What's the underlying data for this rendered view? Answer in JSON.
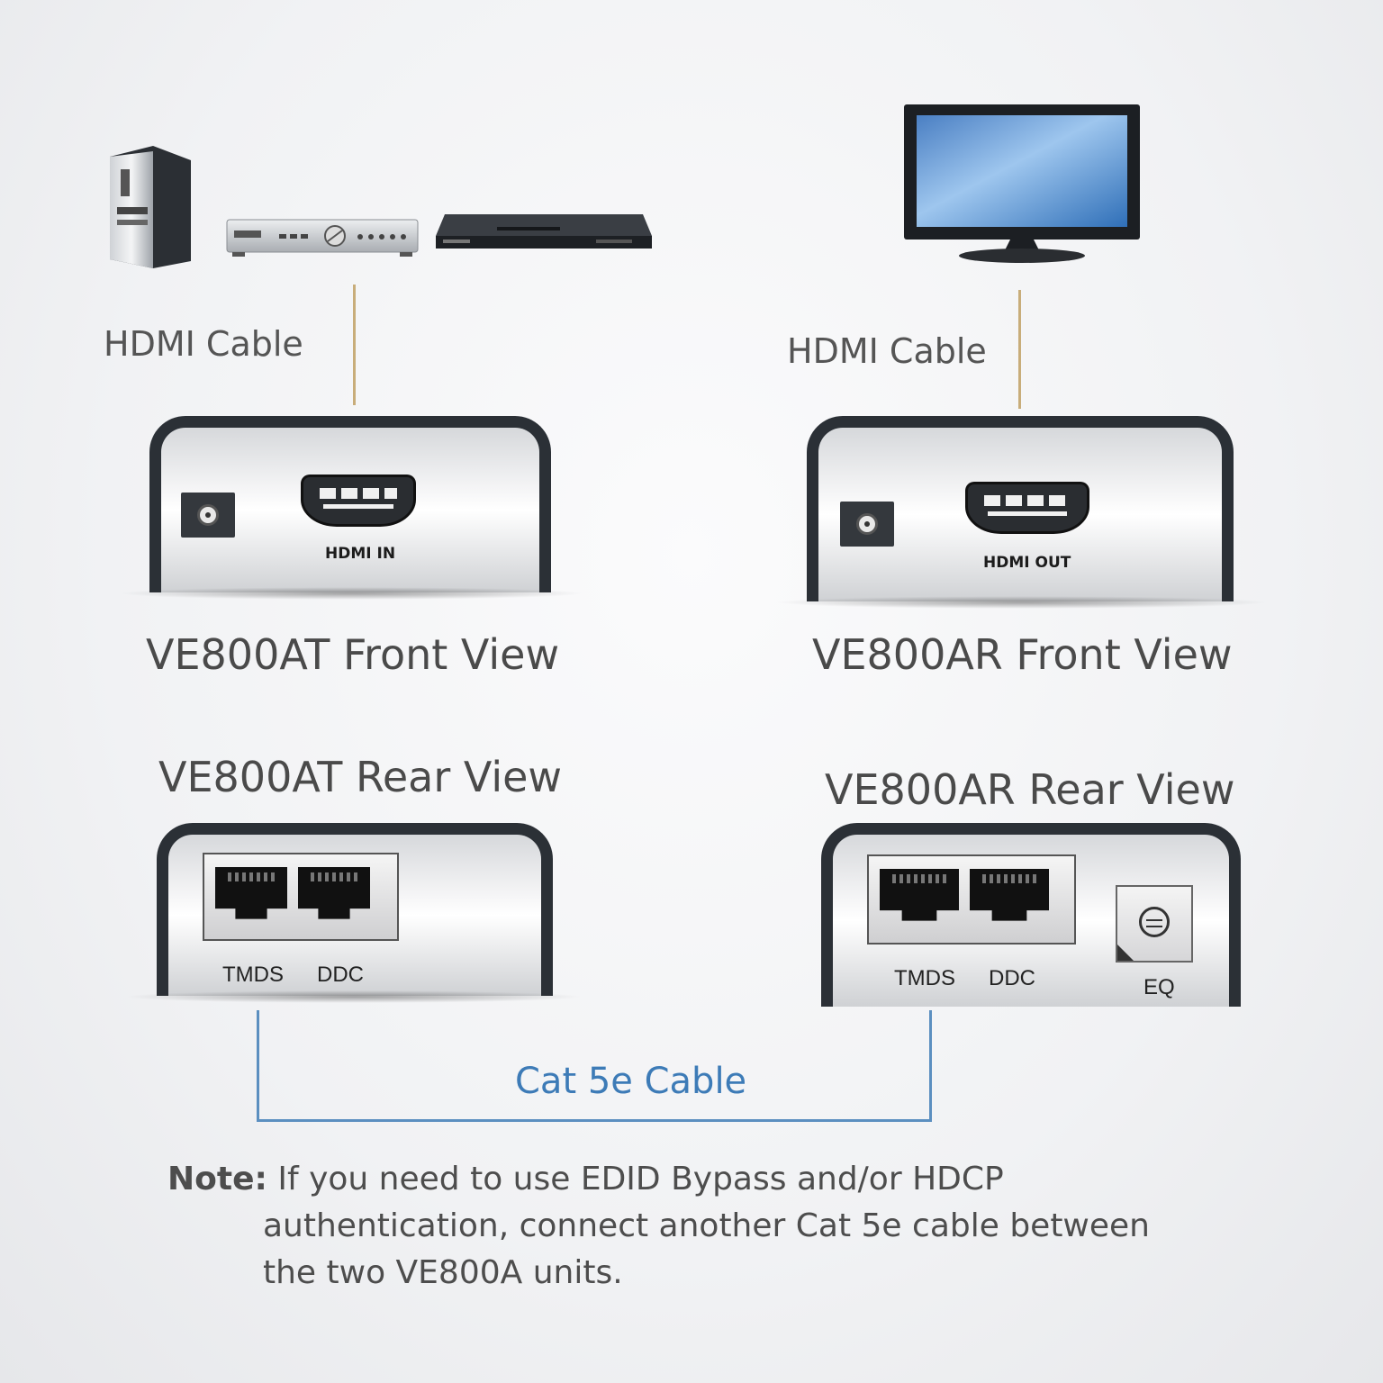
{
  "top_left": {
    "cable_label": "HDMI Cable",
    "sources": [
      "pc-tower-icon",
      "audio-receiver-icon",
      "media-player-icon"
    ]
  },
  "top_right": {
    "cable_label": "HDMI Cable",
    "display": "monitor-icon"
  },
  "at_front": {
    "title": "VE800AT Front View",
    "port_label": "HDMI IN"
  },
  "ar_front": {
    "title": "VE800AR Front View",
    "port_label": "HDMI OUT"
  },
  "at_rear": {
    "title": "VE800AT Rear View",
    "port1": "TMDS",
    "port2": "DDC"
  },
  "ar_rear": {
    "title": "VE800AR Rear View",
    "port1": "TMDS",
    "port2": "DDC",
    "eq_label": "EQ"
  },
  "cat_cable": {
    "label": "Cat 5e Cable"
  },
  "note": {
    "prefix": "Note:",
    "line1": "If you need to use EDID Bypass and/or HDCP",
    "line2": "authentication, connect another Cat 5e cable between",
    "line3": "the two VE800A units."
  },
  "colors": {
    "hdmi_cable": "#c8ad7a",
    "cat_cable": "#5b8fc0",
    "device_frame": "#2b3036"
  }
}
